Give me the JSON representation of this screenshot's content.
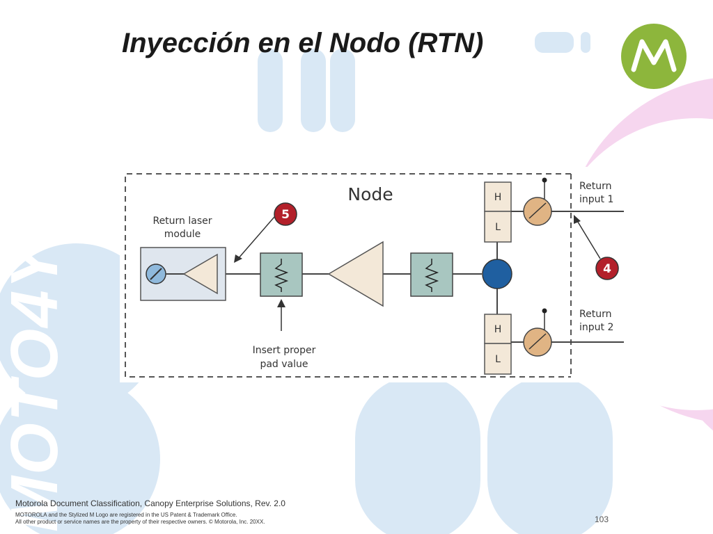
{
  "slide": {
    "title": "Inyección en el Nodo (RTN)",
    "watermark": "MOTO4YOU",
    "page_number": "103"
  },
  "diagram": {
    "node_label": "Node",
    "return_laser_line1": "Return laser",
    "return_laser_line2": "module",
    "insert_pad_line1": "Insert proper",
    "insert_pad_line2": "pad value",
    "return_input1_line1": "Return",
    "return_input1_line2": "input 1",
    "return_input2_line1": "Return",
    "return_input2_line2": "input 2",
    "callout5": "5",
    "callout4": "4",
    "h_label": "H",
    "l_label": "L"
  },
  "footer": {
    "classification": "Motorola Document Classification, Canopy Enterprise Solutions, Rev. 2.0",
    "trademark": "MOTOROLA and the Stylized M Logo are registered in the US Patent & Trademark Office.",
    "copyright": "All other product or service names are the property of their respective owners. © Motorola, Inc. 20XX."
  },
  "colors": {
    "brand_green": "#8db63c",
    "deco_blue": "#d9e8f5",
    "deco_pink": "#f6d6ef",
    "callout_red": "#b3202a",
    "splitter_blue": "#1f5fa0"
  }
}
